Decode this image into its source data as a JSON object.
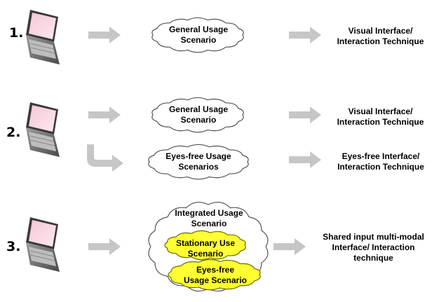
{
  "colors": {
    "arrow": "#c6c6c6",
    "cloud_stroke": "#555555",
    "cloud_fill": "#ffffff",
    "highlight_fill": "#ffff33",
    "highlight_stroke": "#6b6b00"
  },
  "rows": [
    {
      "number": "1.",
      "scenario_lines": [
        "General Usage",
        "Scenario"
      ],
      "output_lines": [
        "Visual Interface/",
        "Interaction Technique"
      ]
    },
    {
      "number": "2.",
      "scenario_lines": [
        "General Usage",
        "Scenario"
      ],
      "output_lines": [
        "Visual Interface/",
        "Interaction Technique"
      ],
      "alt_scenario_lines": [
        "Eyes-free Usage",
        "Scenarios"
      ],
      "alt_output_lines": [
        "Eyes-free Interface/",
        "Interaction Technique"
      ]
    },
    {
      "number": "3.",
      "integrated_lines": [
        "Integrated Usage",
        "Scenario"
      ],
      "stationary_lines": [
        "Stationary Use",
        "Scenario"
      ],
      "eyesfree_lines": [
        "Eyes-free",
        "Usage Scenario"
      ],
      "output_lines": [
        "Shared input multi-modal",
        "Interface/ Interaction",
        "technique"
      ]
    }
  ]
}
